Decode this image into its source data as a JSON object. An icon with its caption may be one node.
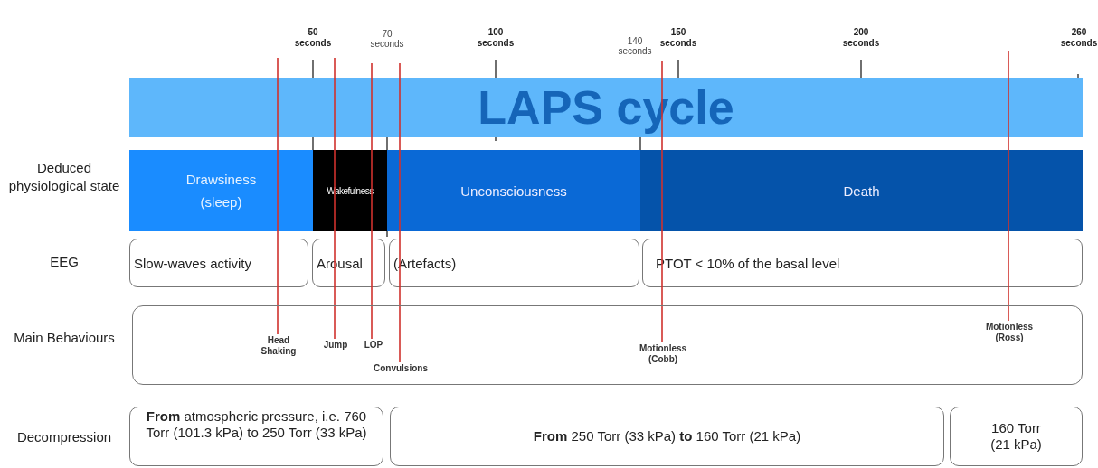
{
  "diagram": {
    "nodes": [
      {
        "text": [
          "LAPS cycle"
        ]
      },
      {
        "text": [
          "Drawsiness",
          "(sleep)"
        ]
      },
      {
        "text": [
          "Wakefulness"
        ]
      },
      {
        "text": [
          "Unconsciousness"
        ]
      },
      {
        "text": [
          "Death"
        ]
      },
      {
        "text": [
          "Slow-waves activity"
        ]
      },
      {
        "text": [
          "Arousal"
        ]
      },
      {
        "text": [
          "(Artefacts)"
        ]
      },
      {
        "text": [
          "PTOT < 10% of the basal level"
        ]
      },
      {
        "text": [],
        "shape": "box"
      },
      {
        "text": [
          "Head Shaking"
        ],
        "in": 9
      },
      {
        "text": [
          "Jump"
        ],
        "in": 9
      },
      {
        "text": [
          "LOP"
        ],
        "in": 9
      },
      {
        "text": [
          "Convulsions"
        ],
        "in": 9
      },
      {
        "text": [
          "Motionless (Cobb)"
        ],
        "in": 9
      },
      {
        "text": [
          "Motionless (Ross)"
        ],
        "in": 9
      },
      {
        "text": [
          "**From** atmospheric pressure, i.e. 760 Torr (101.3 kPa) to 250 Torr (33 kPa)"
        ]
      },
      {
        "text": [
          "**From** 250 Torr (33 kPa) **to** 160 Torr (21 kPa)"
        ]
      },
      {
        "text": [
          "160 Torr (21 kPa)"
        ]
      }
    ],
    "edges": [
      {
        "from": null,
        "to": 10,
        "arrow": "none"
      },
      {
        "from": null,
        "to": 11,
        "arrow": "none"
      },
      {
        "from": null,
        "to": 12,
        "arrow": "none"
      },
      {
        "from": null,
        "to": 13,
        "arrow": "none"
      },
      {
        "from": null,
        "to": 14,
        "arrow": "none"
      },
      {
        "from": null,
        "to": 15,
        "arrow": "none"
      }
    ],
    "labels": [
      "50 seconds",
      "70 seconds",
      "100 seconds",
      "140 seconds",
      "150 seconds",
      "200 seconds",
      "260 seconds",
      "Deduced physiological state",
      "EEG",
      "Main Behaviours",
      "Decompression"
    ]
  }
}
